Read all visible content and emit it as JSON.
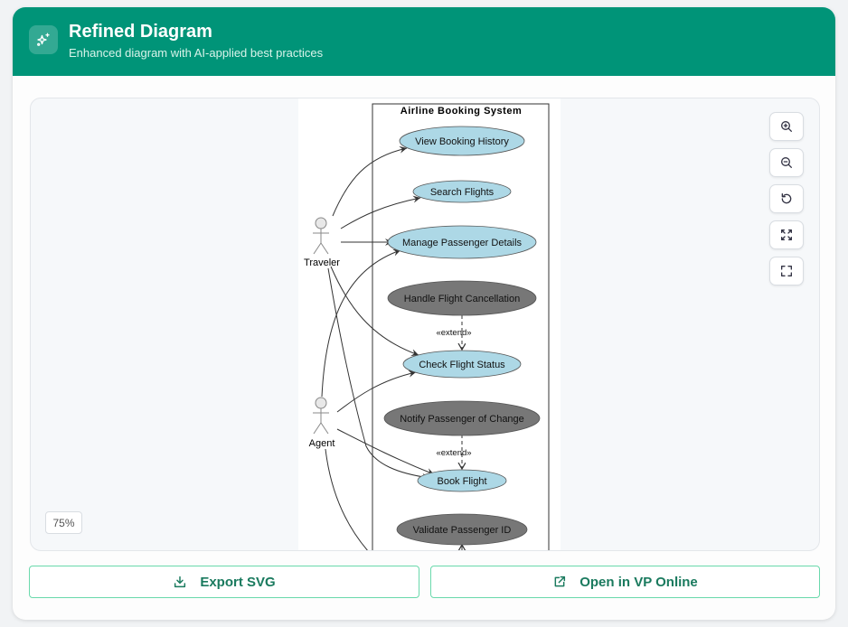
{
  "header": {
    "icon": "sparkles-icon",
    "title": "Refined Diagram",
    "subtitle": "Enhanced diagram with AI-applied best practices"
  },
  "viewer": {
    "zoom_level": "75%",
    "controls": [
      {
        "name": "zoom-in",
        "icon": "zoom-in-icon"
      },
      {
        "name": "zoom-out",
        "icon": "zoom-out-icon"
      },
      {
        "name": "reset",
        "icon": "reset-icon"
      },
      {
        "name": "fit",
        "icon": "fit-to-screen-icon"
      },
      {
        "name": "fullscreen",
        "icon": "fullscreen-icon"
      }
    ]
  },
  "diagram": {
    "system_name": "Airline Booking System",
    "actors": [
      {
        "id": "traveler",
        "label": "Traveler"
      },
      {
        "id": "agent",
        "label": "Agent"
      }
    ],
    "use_cases": [
      {
        "id": "view-booking-history",
        "label": "View Booking History",
        "style": "primary"
      },
      {
        "id": "search-flights",
        "label": "Search Flights",
        "style": "primary"
      },
      {
        "id": "manage-passenger-details",
        "label": "Manage Passenger Details",
        "style": "primary"
      },
      {
        "id": "handle-flight-cancellation",
        "label": "Handle Flight Cancellation",
        "style": "extension"
      },
      {
        "id": "check-flight-status",
        "label": "Check Flight Status",
        "style": "primary"
      },
      {
        "id": "notify-passenger-of-change",
        "label": "Notify Passenger of Change",
        "style": "extension"
      },
      {
        "id": "book-flight",
        "label": "Book Flight",
        "style": "primary"
      },
      {
        "id": "validate-passenger-id",
        "label": "Validate Passenger ID",
        "style": "extension"
      }
    ],
    "relations": [
      {
        "from": "traveler",
        "to": "view-booking-history",
        "type": "association"
      },
      {
        "from": "traveler",
        "to": "search-flights",
        "type": "association"
      },
      {
        "from": "traveler",
        "to": "manage-passenger-details",
        "type": "association"
      },
      {
        "from": "traveler",
        "to": "check-flight-status",
        "type": "association"
      },
      {
        "from": "traveler",
        "to": "book-flight",
        "type": "association"
      },
      {
        "from": "agent",
        "to": "manage-passenger-details",
        "type": "association"
      },
      {
        "from": "agent",
        "to": "check-flight-status",
        "type": "association"
      },
      {
        "from": "agent",
        "to": "book-flight",
        "type": "association"
      },
      {
        "from": "handle-flight-cancellation",
        "to": "check-flight-status",
        "type": "extend",
        "label": "«extend»"
      },
      {
        "from": "notify-passenger-of-change",
        "to": "book-flight",
        "type": "extend",
        "label": "«extend»"
      }
    ],
    "colors": {
      "primary_fill": "#add8e6",
      "extension_fill": "#777777",
      "line": "#333333"
    }
  },
  "actions": {
    "export_label": "Export SVG",
    "export_icon": "download-icon",
    "open_label": "Open in VP Online",
    "open_icon": "external-link-icon"
  },
  "colors": {
    "brand": "#009478",
    "button_border": "#6ad9ac",
    "button_text": "#1a7a5e"
  }
}
